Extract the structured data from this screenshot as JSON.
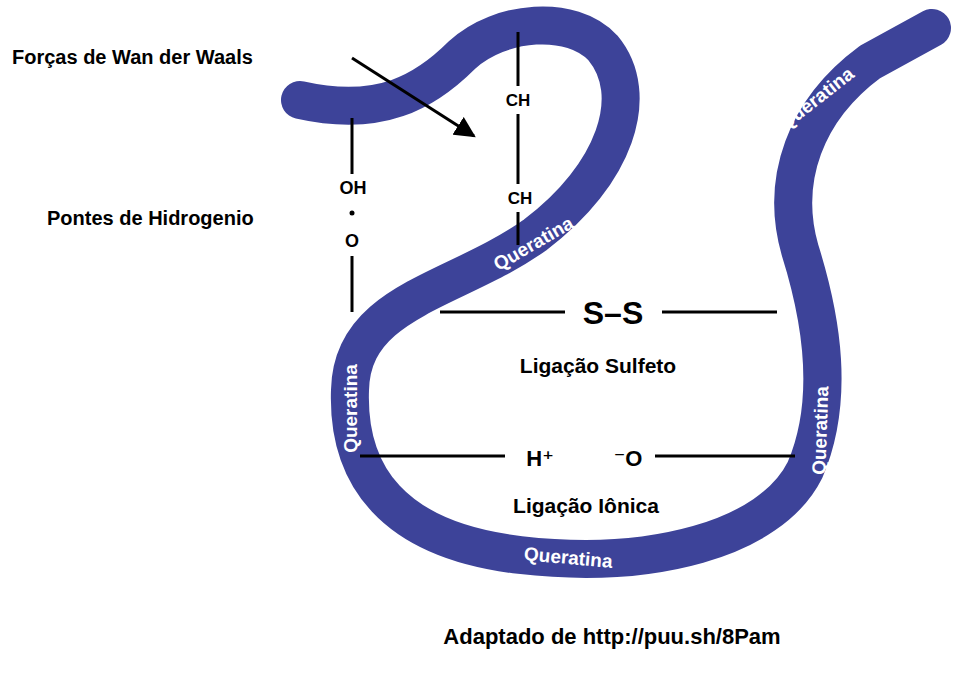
{
  "diagram": {
    "caption": "Adaptado de http://puu.sh/8Pam",
    "labels": [
      "Forças de Wan der Waals",
      "CH",
      "CH",
      "OH",
      "O",
      "Pontes de Hidrogenio",
      "S–S",
      "Ligação Sulfeto",
      "H⁺",
      "⁻O",
      "Ligação Iônica",
      "Queratina",
      "Queratina",
      "Queratina",
      "Queratina",
      "Queratina"
    ]
  }
}
